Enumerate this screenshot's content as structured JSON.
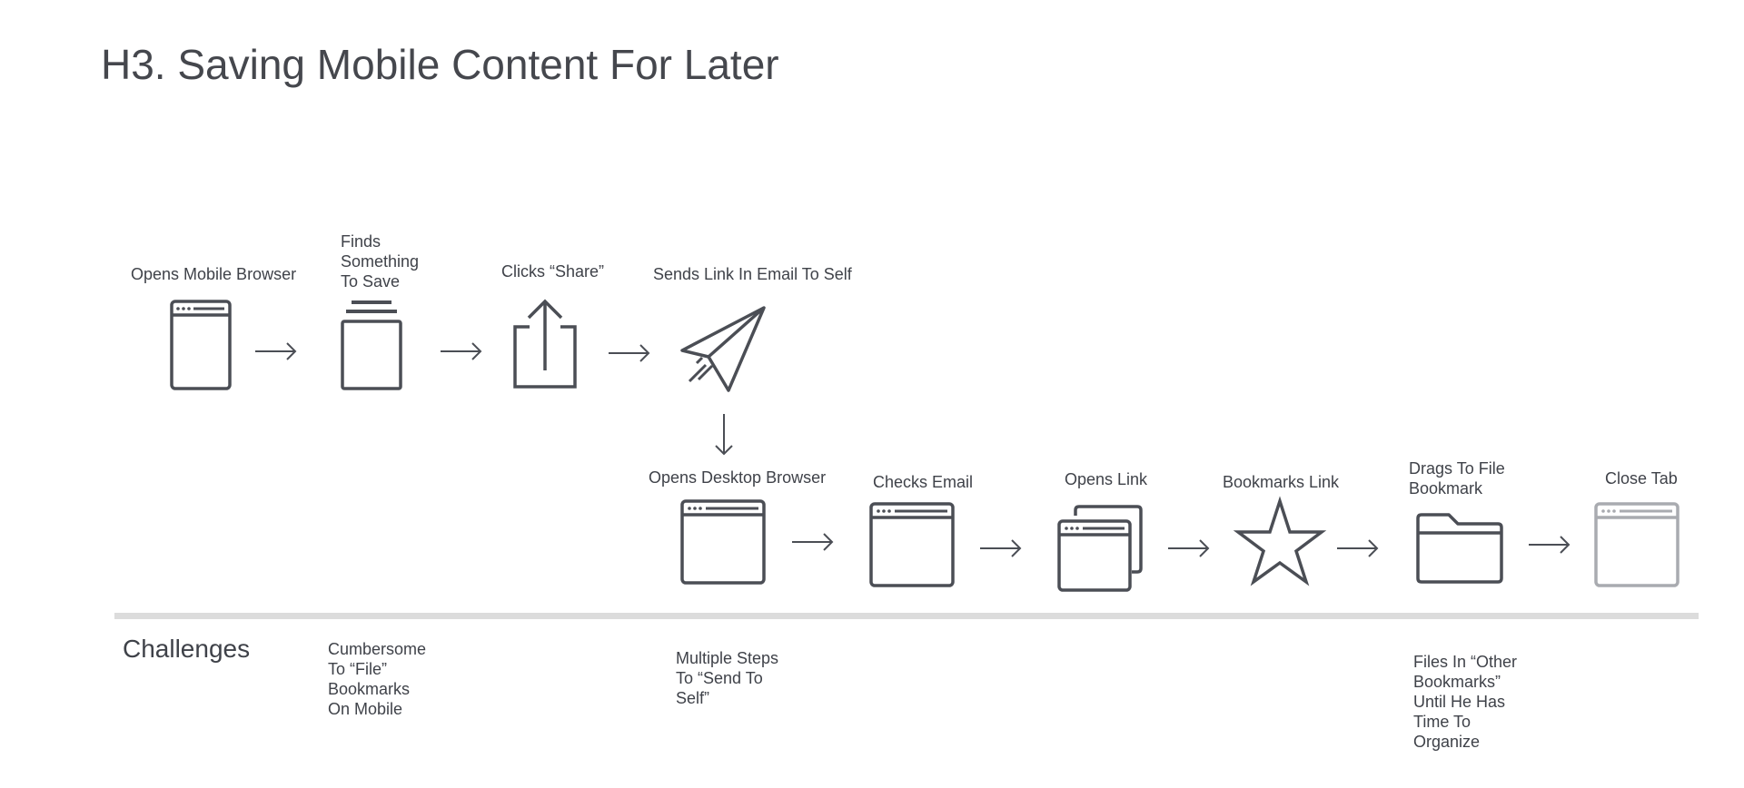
{
  "title": "H3. Saving Mobile Content For Later",
  "colors": {
    "icon": "#4b4e55",
    "icon_faded": "#a9abb0",
    "divider": "#dcdcdc",
    "text": "#3f4249"
  },
  "steps": [
    {
      "label": "Opens Mobile Browser",
      "icon": "mobile-browser-icon"
    },
    {
      "label": "Finds Something To Save",
      "icon": "document-stack-icon"
    },
    {
      "label": "Clicks “Share”",
      "icon": "share-icon"
    },
    {
      "label": "Sends Link In Email To Self",
      "icon": "paper-plane-icon"
    },
    {
      "label": "Opens Desktop Browser",
      "icon": "desktop-browser-icon"
    },
    {
      "label": "Checks Email",
      "icon": "email-window-icon"
    },
    {
      "label": "Opens Link",
      "icon": "multiple-windows-icon"
    },
    {
      "label": "Bookmarks Link",
      "icon": "star-icon"
    },
    {
      "label": "Drags To File Bookmark",
      "icon": "folder-icon"
    },
    {
      "label": "Close Tab",
      "icon": "faded-browser-icon"
    }
  ],
  "challenges": {
    "heading": "Challenges",
    "notes": [
      "Cumbersome To “File” Bookmarks On Mobile",
      "Multiple Steps To “Send To Self”",
      "Files In “Other Bookmarks” Until He Has Time To Organize"
    ]
  }
}
